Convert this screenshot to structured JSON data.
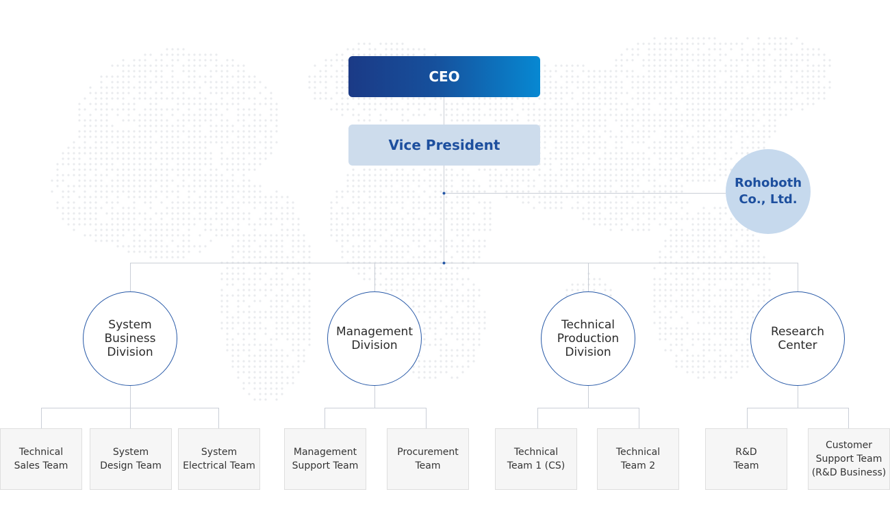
{
  "chart_data": {
    "type": "org_chart",
    "ceo": {
      "label": "CEO"
    },
    "vice_president": {
      "label": "Vice President"
    },
    "affiliate": {
      "lines": [
        "Rohoboth",
        "Co., Ltd."
      ]
    },
    "divisions": [
      {
        "lines": [
          "System",
          "Business",
          "Division"
        ],
        "teams": [
          {
            "lines": [
              "Technical",
              "Sales Team"
            ]
          },
          {
            "lines": [
              "System",
              "Design Team"
            ]
          },
          {
            "lines": [
              "System",
              "Electrical Team"
            ]
          }
        ]
      },
      {
        "lines": [
          "Management",
          "Division"
        ],
        "teams": [
          {
            "lines": [
              "Management",
              "Support Team"
            ]
          },
          {
            "lines": [
              "Procurement",
              "Team"
            ]
          }
        ]
      },
      {
        "lines": [
          "Technical",
          "Production",
          "Division"
        ],
        "teams": [
          {
            "lines": [
              "Technical",
              "Team 1 (CS)"
            ]
          },
          {
            "lines": [
              "Technical",
              "Team 2"
            ]
          }
        ]
      },
      {
        "lines": [
          "Research",
          "Center"
        ],
        "teams": [
          {
            "lines": [
              "R&D",
              "Team"
            ]
          },
          {
            "lines": [
              "Customer",
              "Support Team",
              "(R&D Business)"
            ]
          }
        ]
      }
    ]
  },
  "colors": {
    "ceo_gradient_start": "#1b3a86",
    "ceo_gradient_end": "#0788d2",
    "vp_background": "#cddcec",
    "accent_text": "#1d4f9e",
    "circle_border": "#2557a6",
    "connector_line": "#c9ced6",
    "team_background": "#f6f6f6"
  },
  "background": {
    "icon": "dotted-world-map"
  }
}
